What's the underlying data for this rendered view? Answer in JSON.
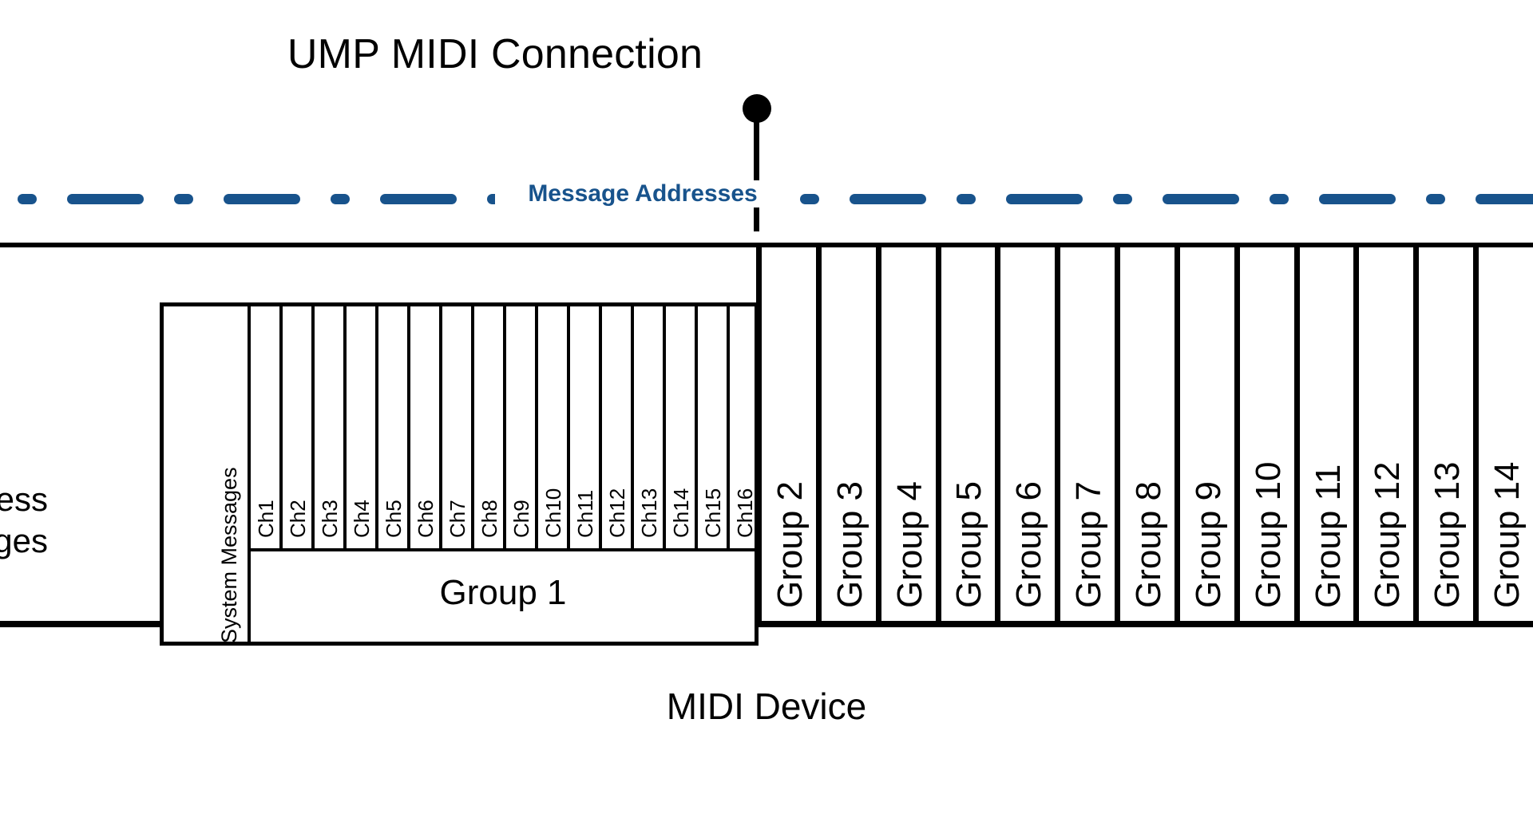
{
  "diagram": {
    "title": "UMP MIDI Connection",
    "connection": {
      "endpoint_icon": "connection-endpoint-dot",
      "stem_icon": "connection-stem-line"
    },
    "message_addresses": {
      "label": "Message Addresses",
      "line_style": "dash-dot",
      "color": "#18538C"
    },
    "device": {
      "label": "MIDI Device",
      "groupless_messages_clipped": [
        "less",
        "ges"
      ],
      "system_messages_label": "System Messages",
      "group1_label": "Group 1",
      "channels": [
        "Ch1",
        "Ch2",
        "Ch3",
        "Ch4",
        "Ch5",
        "Ch6",
        "Ch7",
        "Ch8",
        "Ch9",
        "Ch10",
        "Ch11",
        "Ch12",
        "Ch13",
        "Ch14",
        "Ch15",
        "Ch16"
      ],
      "groups": [
        "Group 2",
        "Group 3",
        "Group 4",
        "Group 5",
        "Group 6",
        "Group 7",
        "Group 8",
        "Group 9",
        "Group 10",
        "Group 11",
        "Group 12",
        "Group 13",
        "Group 14"
      ]
    },
    "colors": {
      "ink": "#000000",
      "accent": "#18538C",
      "background": "#ffffff"
    }
  }
}
